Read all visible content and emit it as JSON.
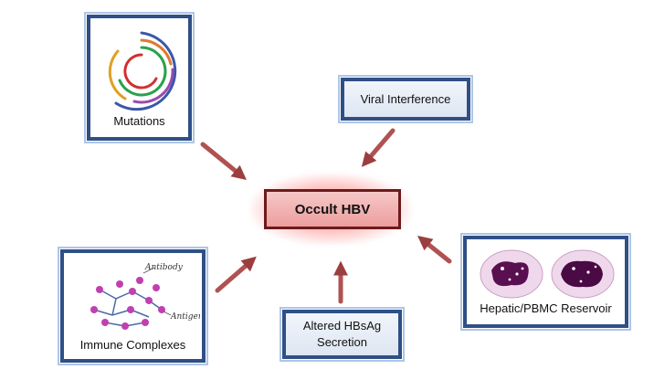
{
  "center": {
    "label": "Occult HBV"
  },
  "factors": {
    "mutations": {
      "label": "Mutations"
    },
    "viral_interference": {
      "label": "Viral Interference"
    },
    "immune_complexes": {
      "label": "Immune Complexes",
      "antibody_label": "Antibody",
      "antigen_label": "Antigen"
    },
    "altered_hbsag": {
      "label_line1": "Altered HBsAg",
      "label_line2": "Secretion"
    },
    "reservoir": {
      "label": "Hepatic/PBMC Reservoir"
    }
  },
  "colors": {
    "box_border": "#2f4f86",
    "arrow": "#b05252",
    "center_fill": "#ed9e9e",
    "center_border": "#6b1b1b"
  }
}
